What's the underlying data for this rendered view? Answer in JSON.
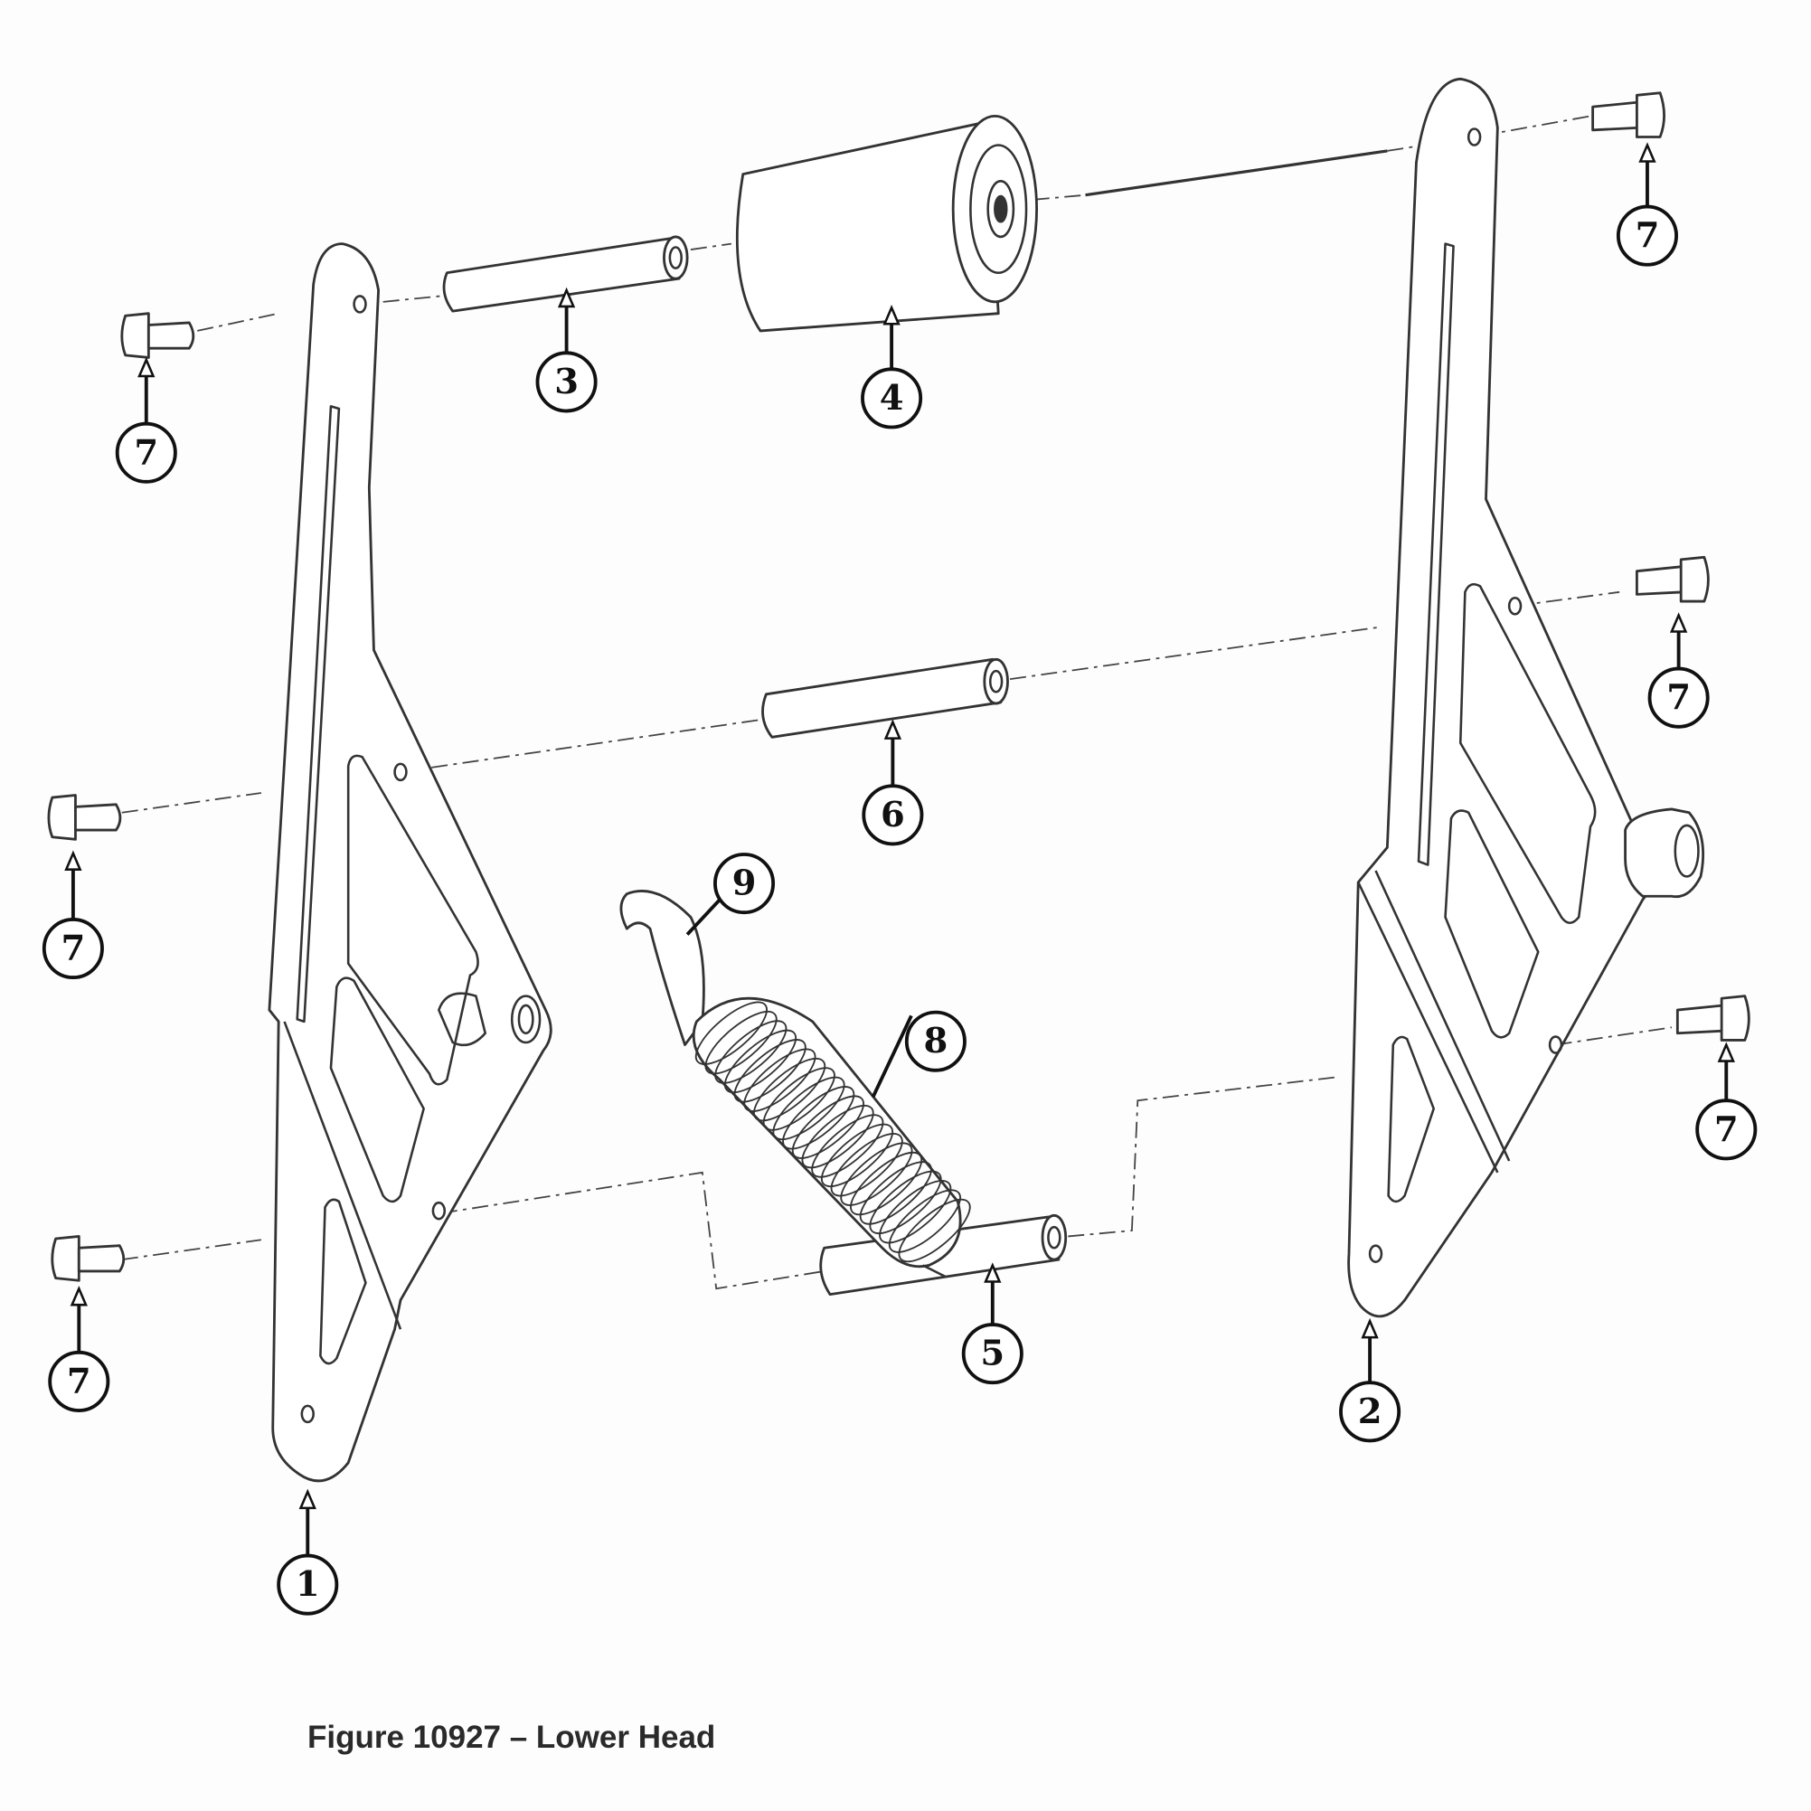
{
  "figure": {
    "caption": "Figure 10927 – Lower Head",
    "callouts": {
      "side_plate_left": "1",
      "side_plate_right": "2",
      "shaft": "3",
      "roller": "4",
      "spacer_lower": "5",
      "spacer_middle": "6",
      "bolt": "7",
      "spring": "8",
      "spring_clip": "9"
    }
  }
}
